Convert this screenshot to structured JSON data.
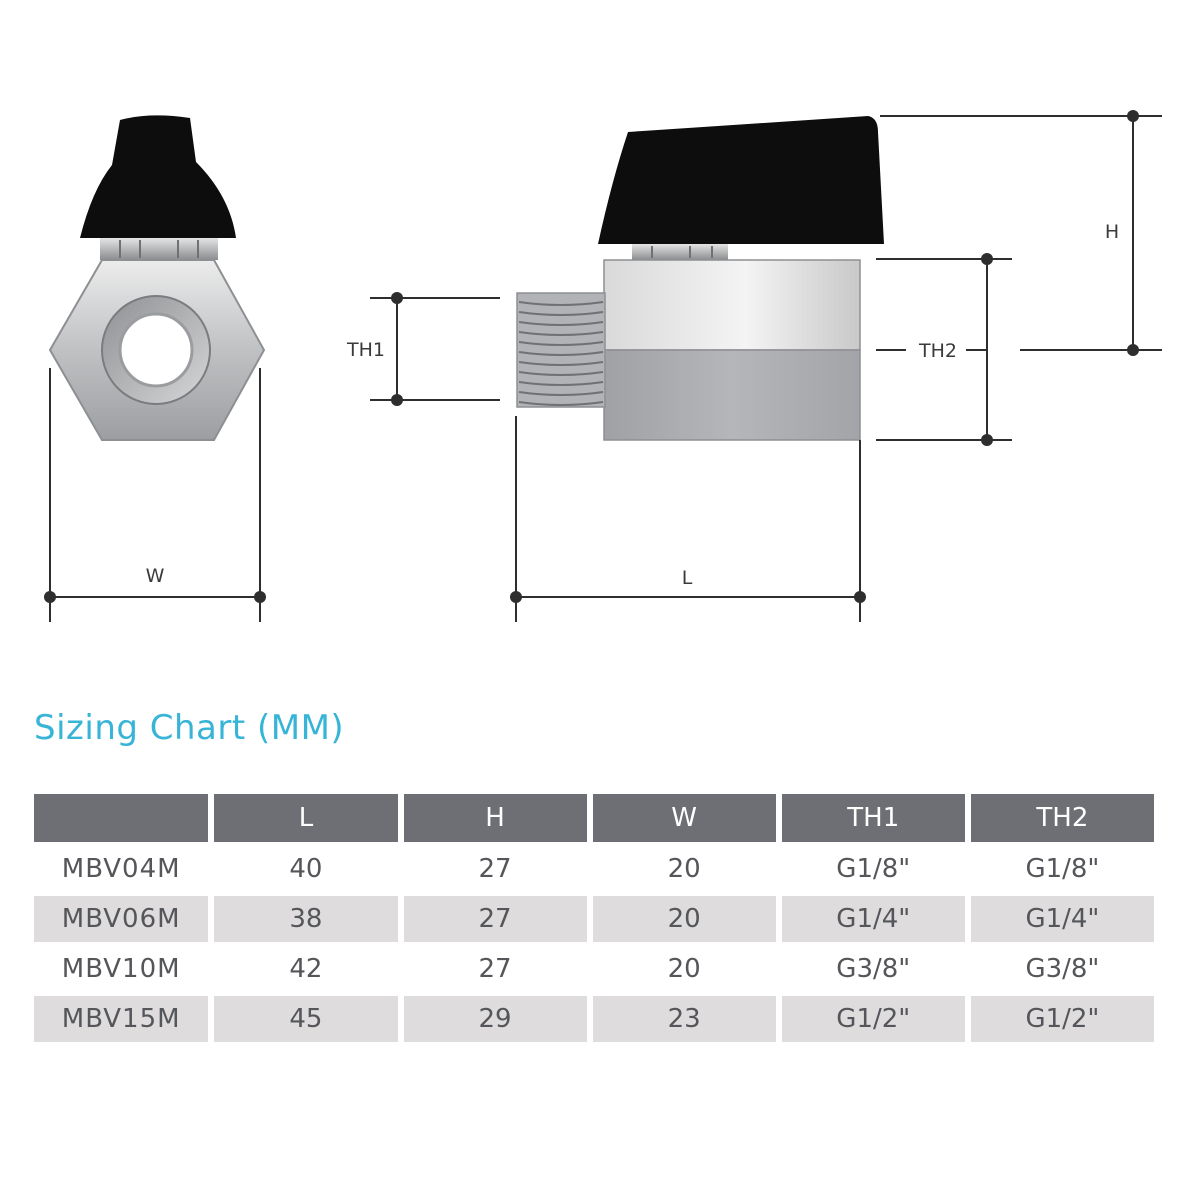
{
  "diagram": {
    "labels": {
      "w": "W",
      "l": "L",
      "h": "H",
      "th1": "TH1",
      "th2": "TH2"
    },
    "colors": {
      "handle": "#0d0d0d",
      "body": "#b9bbbe",
      "dimension_line": "#2e2e2e"
    }
  },
  "sizing_chart": {
    "title": "Sizing Chart (MM)",
    "headers": [
      "",
      "L",
      "H",
      "W",
      "TH1",
      "TH2"
    ],
    "rows": [
      {
        "model": "MBV04M",
        "L": "40",
        "H": "27",
        "W": "20",
        "TH1": "G1/8\"",
        "TH2": "G1/8\""
      },
      {
        "model": "MBV06M",
        "L": "38",
        "H": "27",
        "W": "20",
        "TH1": "G1/4\"",
        "TH2": "G1/4\""
      },
      {
        "model": "MBV10M",
        "L": "42",
        "H": "27",
        "W": "20",
        "TH1": "G3/8\"",
        "TH2": "G3/8\""
      },
      {
        "model": "MBV15M",
        "L": "45",
        "H": "29",
        "W": "23",
        "TH1": "G1/2\"",
        "TH2": "G1/2\""
      }
    ],
    "colors": {
      "title": "#38b4d6",
      "header_bg": "#6e6f74",
      "shaded_row": "#dedcdd"
    }
  }
}
